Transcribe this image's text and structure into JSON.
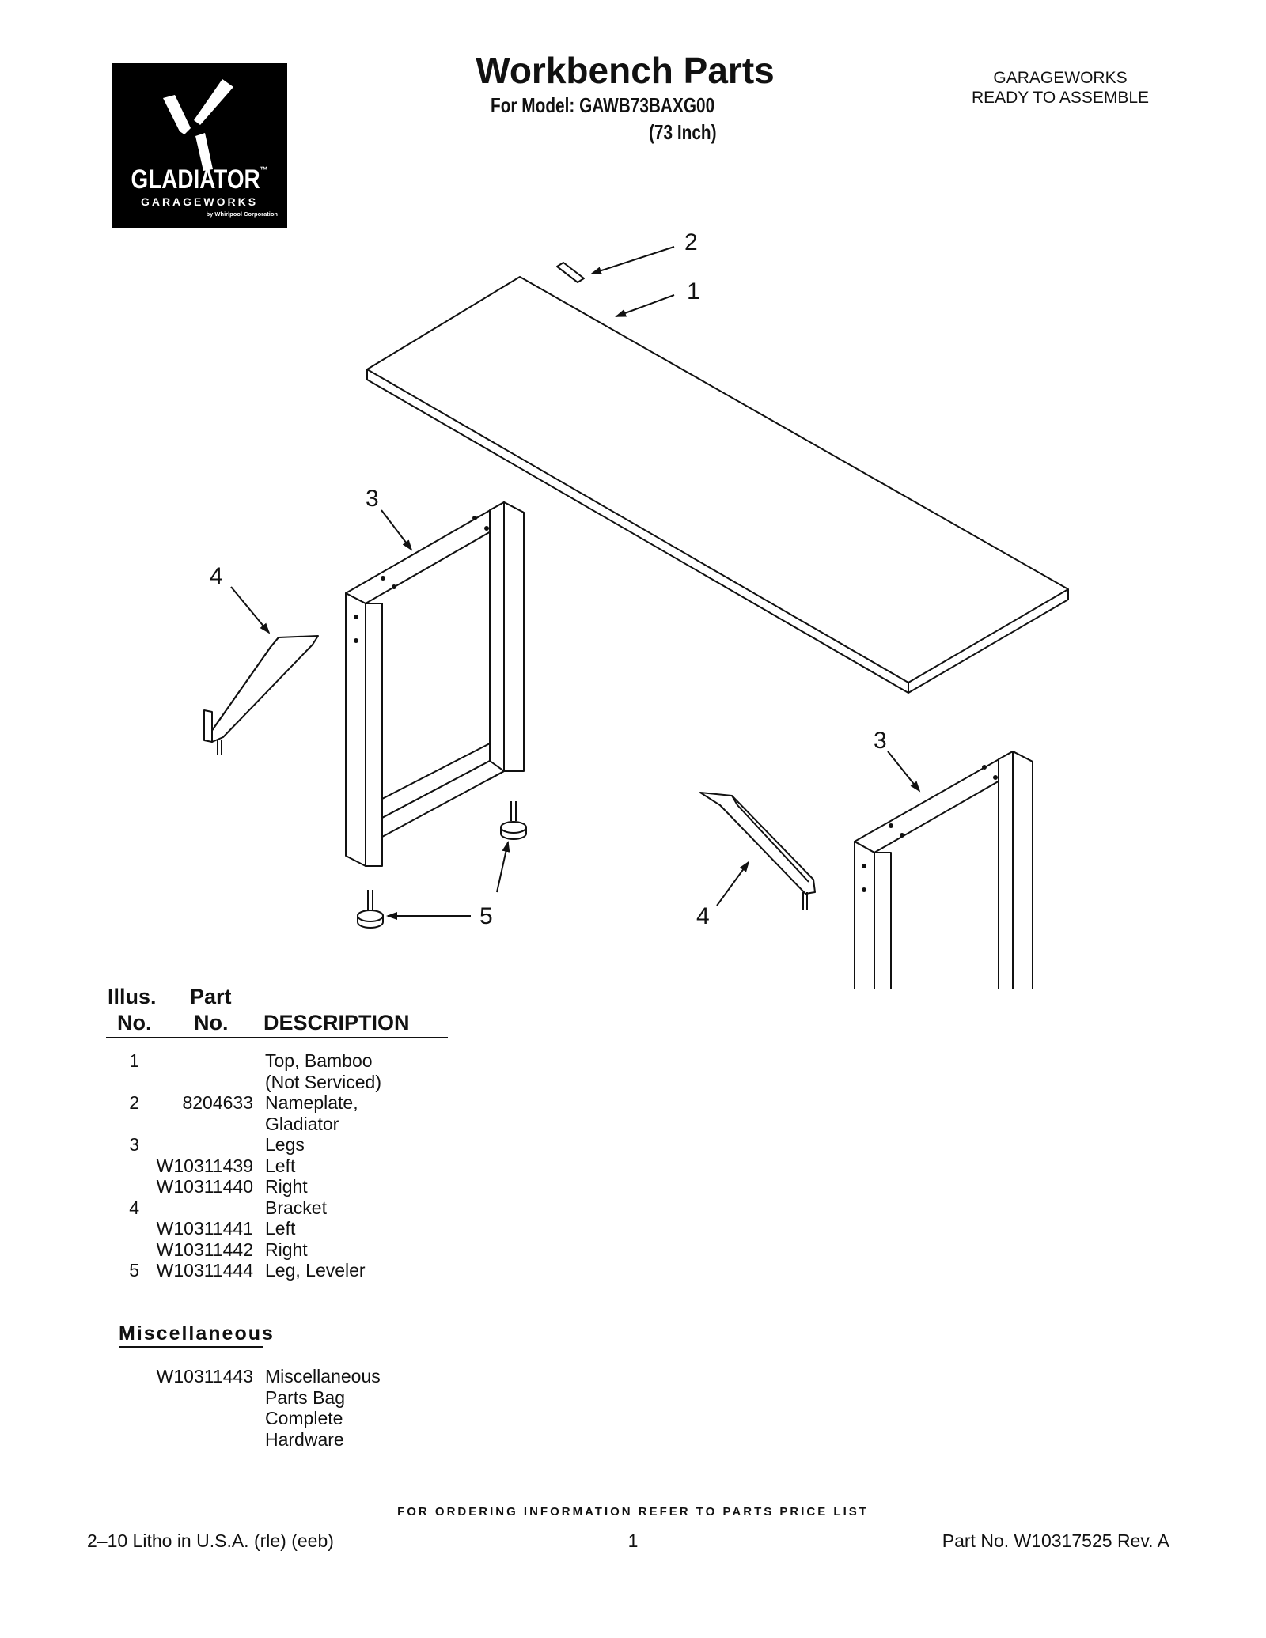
{
  "header": {
    "logo": {
      "brand": "GLADIATOR",
      "trademark": "™",
      "line2": "GARAGEWORKS",
      "line3": "by Whirlpool Corporation"
    },
    "title": "Workbench Parts",
    "subtitle": "For Model: GAWB73BAXG00",
    "size_note": "(73 Inch)",
    "right_line1": "GARAGEWORKS",
    "right_line2": "READY TO ASSEMBLE"
  },
  "diagram": {
    "callouts": {
      "c2": "2",
      "c1": "1",
      "c3a": "3",
      "c4a": "4",
      "c5a": "5",
      "c3b": "3",
      "c4b": "4",
      "c5b": "5"
    }
  },
  "parts_table": {
    "headers": {
      "illus_1": "Illus.",
      "illus_2": "No.",
      "part_1": "Part",
      "part_2": "No.",
      "description": "DESCRIPTION"
    },
    "rows": [
      {
        "illus": "1",
        "part": "",
        "desc": "Top, Bamboo"
      },
      {
        "illus": "",
        "part": "",
        "desc": "(Not Serviced)"
      },
      {
        "illus": "2",
        "part": "8204633",
        "desc": "Nameplate,"
      },
      {
        "illus": "",
        "part": "",
        "desc": "Gladiator"
      },
      {
        "illus": "3",
        "part": "",
        "desc": "Legs"
      },
      {
        "illus": "",
        "part": "W10311439",
        "desc": "Left"
      },
      {
        "illus": "",
        "part": "W10311440",
        "desc": "Right"
      },
      {
        "illus": "4",
        "part": "",
        "desc": "Bracket"
      },
      {
        "illus": "",
        "part": "W10311441",
        "desc": "Left"
      },
      {
        "illus": "",
        "part": "W10311442",
        "desc": "Right"
      },
      {
        "illus": "5",
        "part": "W10311444",
        "desc": "Leg, Leveler"
      }
    ]
  },
  "miscellaneous": {
    "title": "Miscellaneous",
    "rows": [
      {
        "part": "W10311443",
        "desc": "Miscellaneous"
      },
      {
        "part": "",
        "desc": "Parts Bag"
      },
      {
        "part": "",
        "desc": "Complete"
      },
      {
        "part": "",
        "desc": "Hardware"
      }
    ]
  },
  "footer": {
    "note": "FOR ORDERING INFORMATION REFER TO PARTS PRICE LIST",
    "left": "2–10 Litho in U.S.A. (rle) (eeb)",
    "page": "1",
    "right": "Part No. W10317525 Rev. A"
  }
}
